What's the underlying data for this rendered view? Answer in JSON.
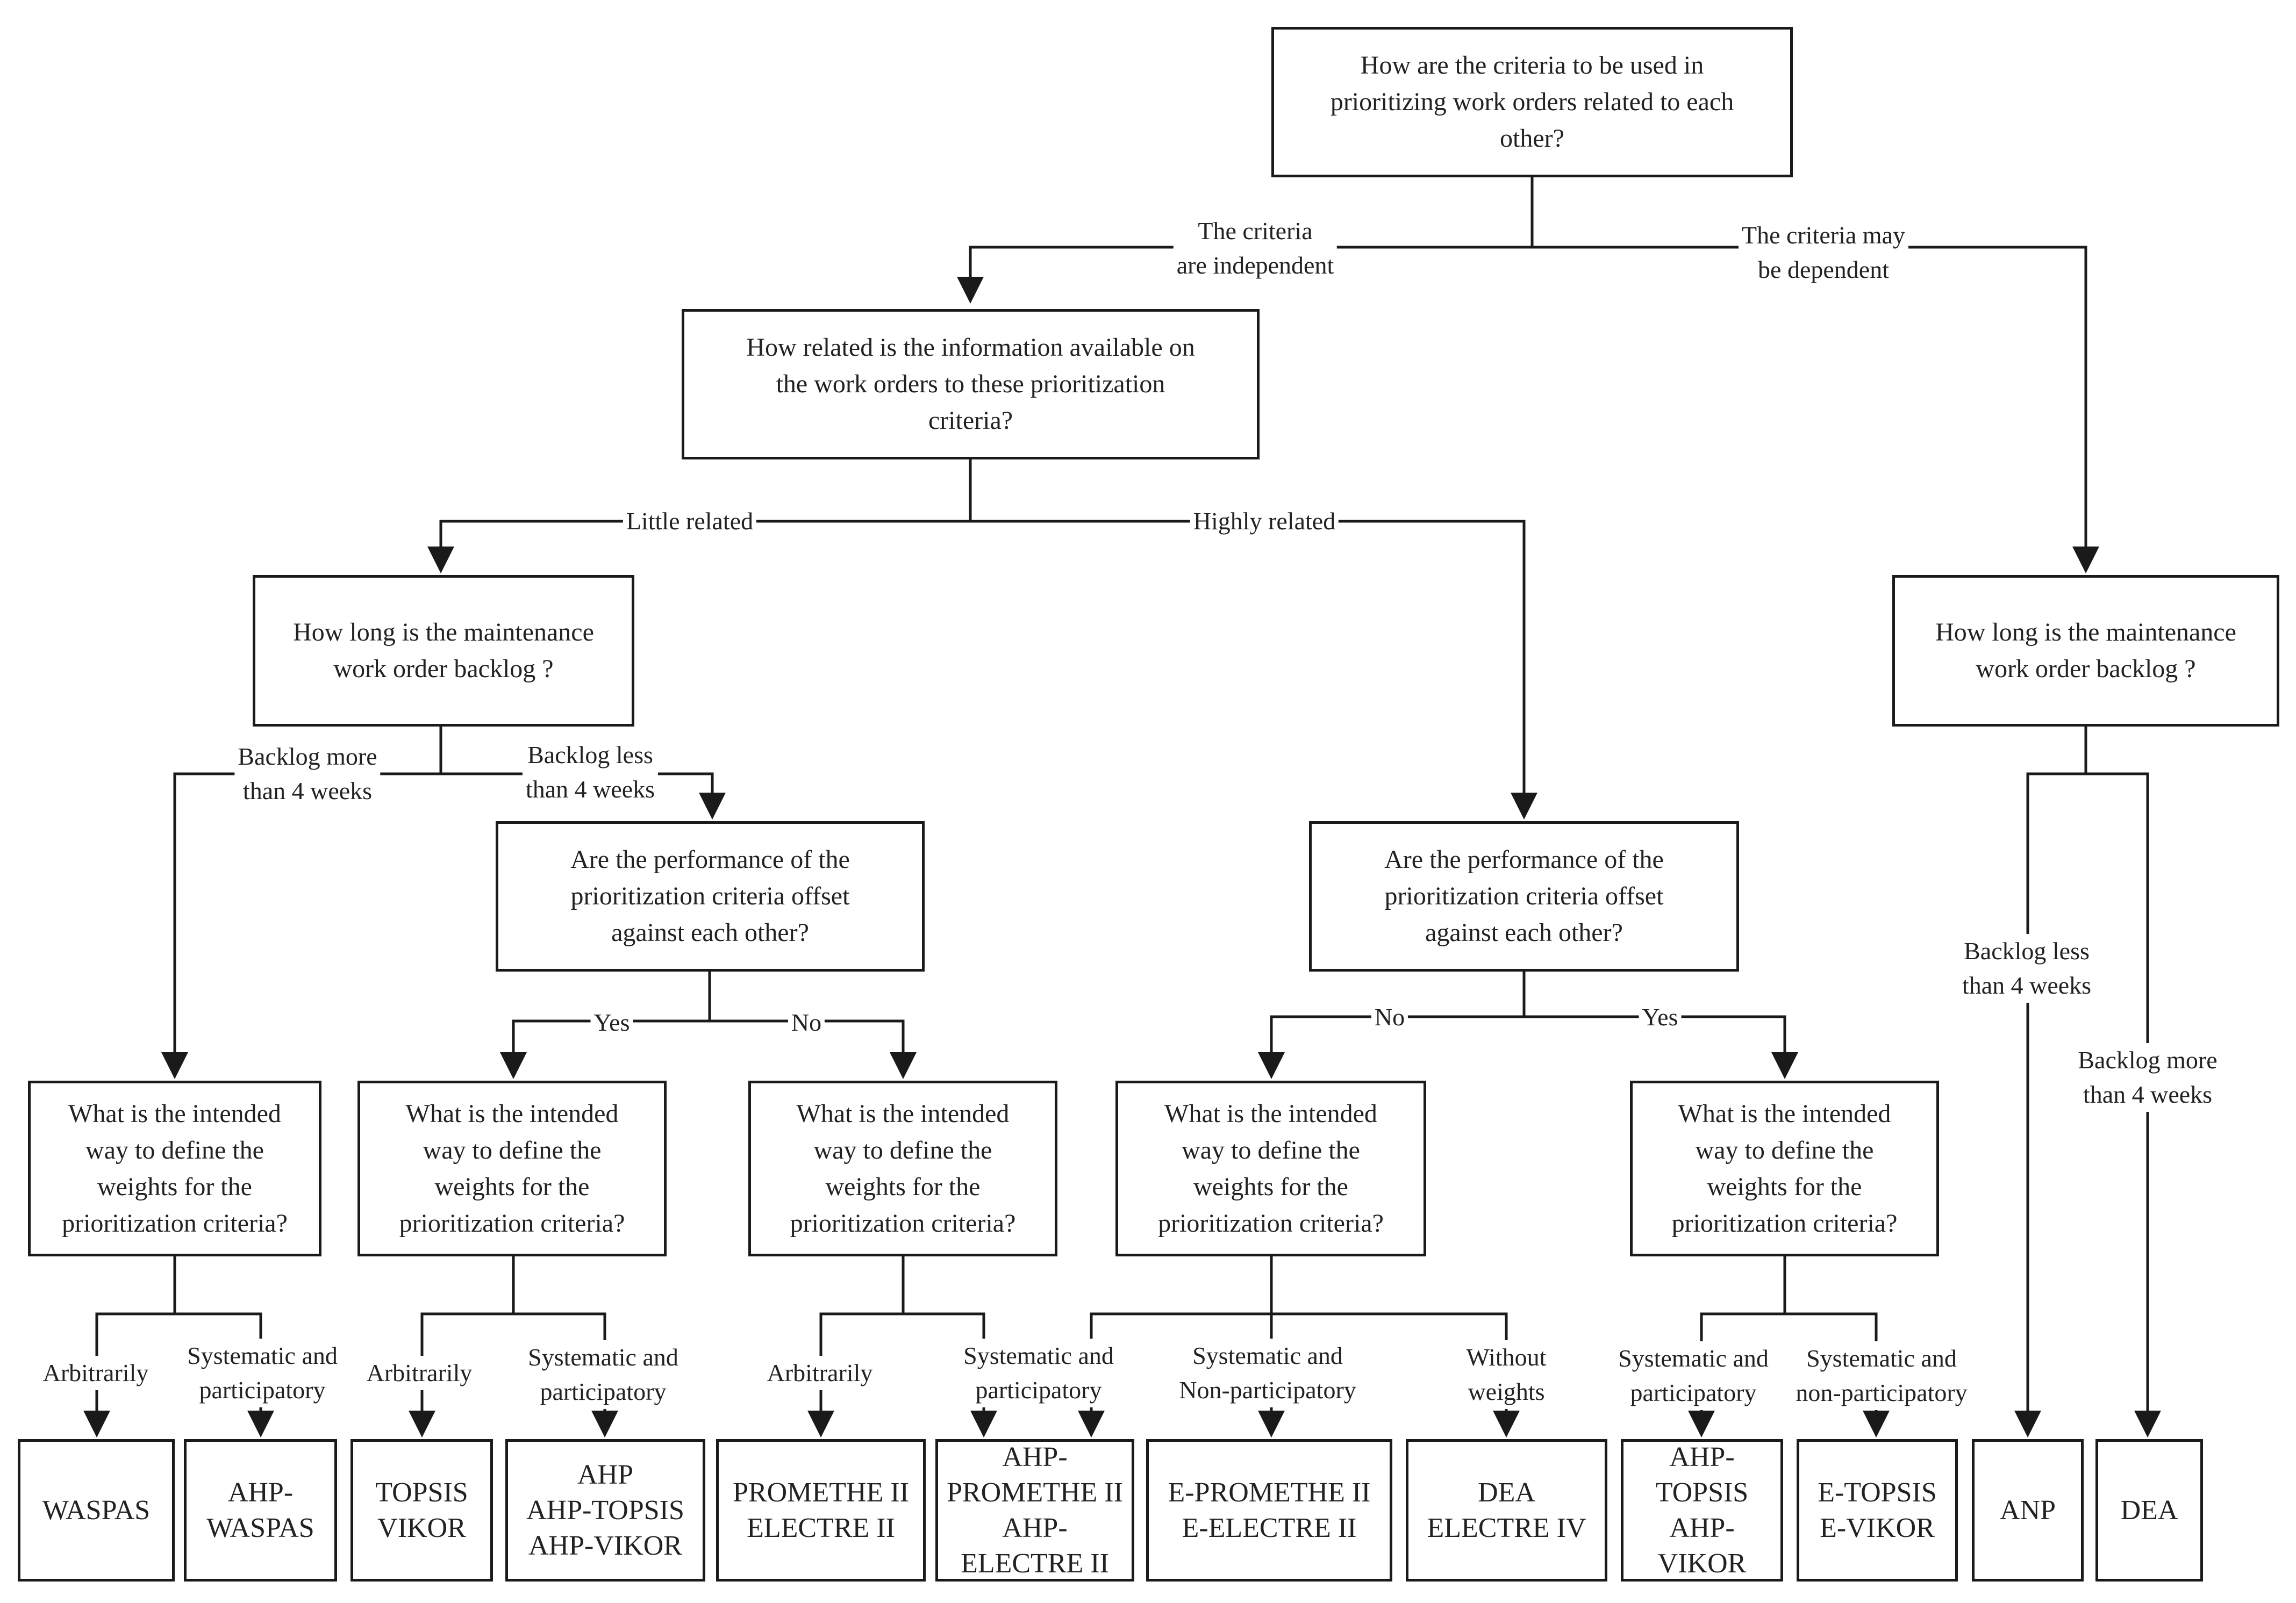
{
  "questions": {
    "q_relation": "How are the criteria to be used in\nprioritizing work orders related to each\nother?",
    "q_info": "How related is the information available on\nthe work orders to these prioritization\ncriteria?",
    "q_backlog_left": "How long is the maintenance\nwork order backlog ?",
    "q_backlog_right": "How long is the maintenance\nwork order backlog ?",
    "q_offset_mid": "Are the performance of the\nprioritization criteria offset\nagainst each other?",
    "q_offset_right": "Are the performance of the\nprioritization criteria offset\nagainst each other?",
    "q_weights_1": "What is the intended\nway to define the\nweights for the\nprioritization criteria?",
    "q_weights_2": "What is the intended\nway to define the\nweights for the\nprioritization criteria?",
    "q_weights_3": "What is the intended\nway to define the\nweights for the\nprioritization criteria?",
    "q_weights_4": "What is the intended\nway to define the\nweights for the\nprioritization criteria?",
    "q_weights_5": "What is the intended\nway to define the\nweights for the\nprioritization criteria?"
  },
  "methods": {
    "m_waspas": "WASPAS",
    "m_ahp_waspas": "AHP-\nWASPAS",
    "m_topsis_vikor": "TOPSIS\nVIKOR",
    "m_ahp_topsis_vikor": "AHP\nAHP-TOPSIS\nAHP-VIKOR",
    "m_promethe_electre": "PROMETHE II\nELECTRE II",
    "m_ahp_promethe_electre": "AHP-\nPROMETHE II\nAHP-\nELECTRE II",
    "m_e_promethe_electre": "E-PROMETHE II\nE-ELECTRE II",
    "m_dea_electre": "DEA\nELECTRE IV",
    "m_ahp_topsis_ahp_vikor": "AHP-\nTOPSIS\nAHP-\nVIKOR",
    "m_e_topsis_vikor": "E-TOPSIS\nE-VIKOR",
    "m_anp": "ANP",
    "m_dea": "DEA"
  },
  "labels": {
    "criteria_independent": "The criteria\nare independent",
    "criteria_dependent": "The criteria may\nbe dependent",
    "little_related": "Little related",
    "highly_related": "Highly related",
    "backlog_more_left": "Backlog more\nthan 4 weeks",
    "backlog_less_left": "Backlog less\nthan 4 weeks",
    "yes_mid": "Yes",
    "no_mid": "No",
    "no_right": "No",
    "yes_right": "Yes",
    "backlog_less_right": "Backlog less\nthan 4 weeks",
    "backlog_more_right": "Backlog more\nthan 4 weeks",
    "arbitrarily_1": "Arbitrarily",
    "systematic_participatory_1": "Systematic and\nparticipatory",
    "arbitrarily_2": "Arbitrarily",
    "systematic_participatory_2": "Systematic and\nparticipatory",
    "arbitrarily_3": "Arbitrarily",
    "systematic_participatory_3": "Systematic and\nparticipatory",
    "systematic_nonparticipatory_4": "Systematic and\nNon-participatory",
    "without_weights_4": "Without\nweights",
    "systematic_participatory_5": "Systematic and\nparticipatory",
    "systematic_nonparticipatory_5": "Systematic and\nnon-participatory"
  },
  "colors": {
    "line": "#1a1a1a",
    "text": "#222222",
    "background": "#ffffff"
  }
}
